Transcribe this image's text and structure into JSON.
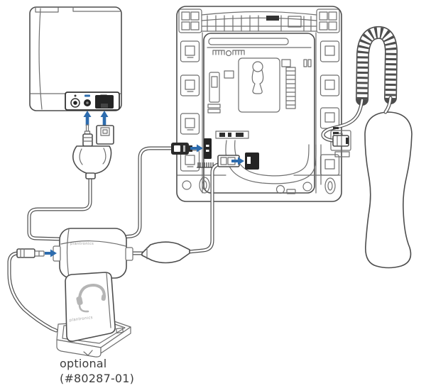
{
  "colors": {
    "accent_blue": "#2d6cae",
    "line": "#4d4d4d",
    "brand_gray": "#9e9e9e",
    "port_dark": "#242424"
  },
  "caption": {
    "line1": "optional",
    "line2": "(#80287-01)"
  },
  "adapter": {
    "brand": "plantronics"
  },
  "cradle": {
    "brand": "plantronics"
  },
  "icons": {
    "headset": "headset-icon",
    "arrow_up": "arrow-up-icon",
    "arrow_right": "arrow-right-icon",
    "power_port": "power-jack-icon",
    "aux_port": "audio-jack-icon",
    "phone_port": "phone-jack-icon"
  }
}
